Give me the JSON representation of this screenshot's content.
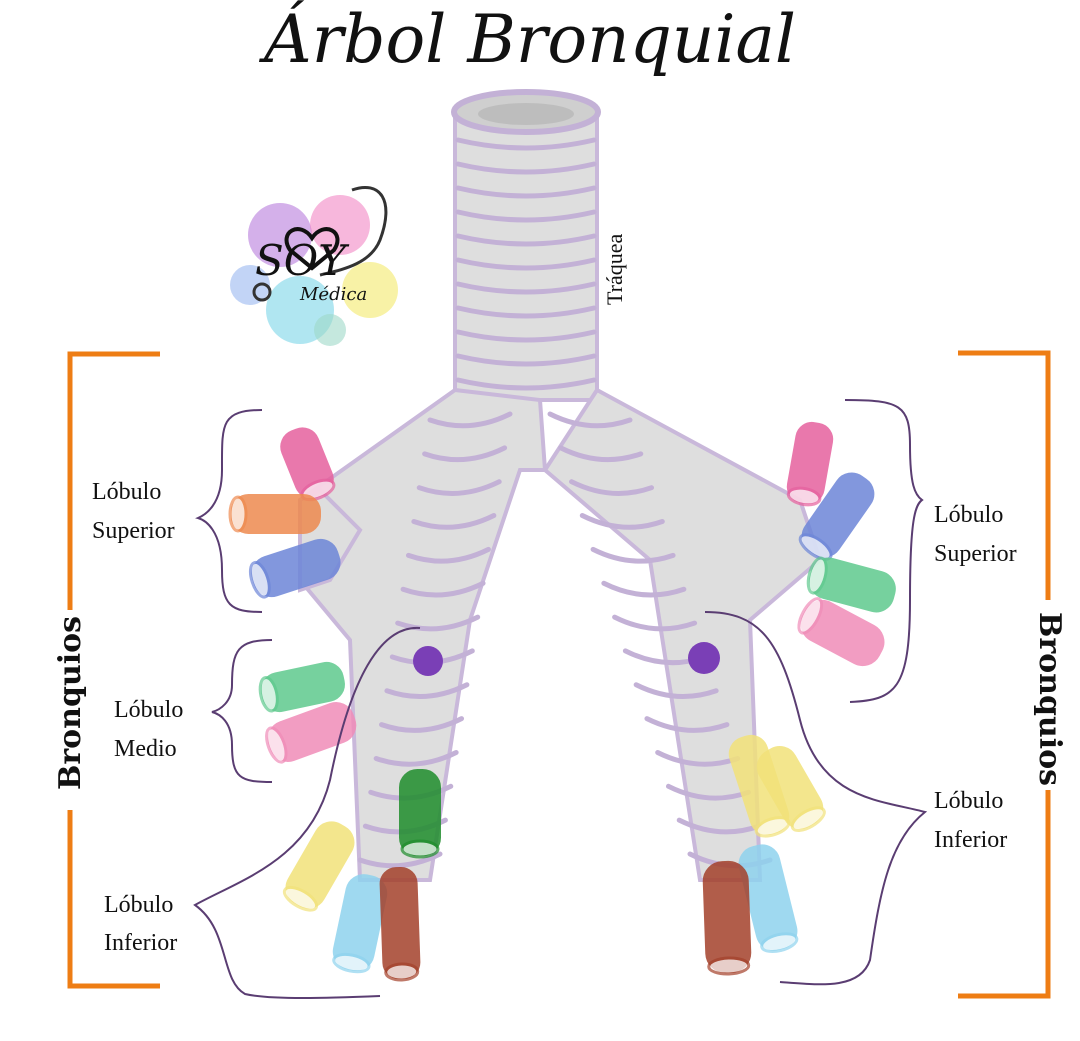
{
  "title": "Árbol Bronquial",
  "trachea_label": "Tráquea",
  "logo": {
    "text": "SOY",
    "subtext": "Médica"
  },
  "bronchi_label_left": "Bronquios",
  "bronchi_label_right": "Bronquios",
  "left": {
    "superior": [
      "Lóbulo",
      "Superior"
    ],
    "medio": [
      "Lóbulo",
      "Medio"
    ],
    "inferior": [
      "Lóbulo",
      "Inferior"
    ]
  },
  "right": {
    "superior": [
      "Lóbulo",
      "Superior"
    ],
    "inferior": [
      "Lóbulo",
      "Inferior"
    ]
  },
  "colors": {
    "airway": "#dedede",
    "rings": "#c3b1d6",
    "bracket": "#ee7d14",
    "brace": "#5a3d72",
    "pink": "#e6619e",
    "orange": "#ee8a4f",
    "blue": "#6d86d8",
    "green": "#5fc98e",
    "light_pink": "#f08cb8",
    "yellow": "#f2e27a",
    "light_blue": "#8fd3ee",
    "brown": "#a4412b",
    "dark_green": "#1f8d2c",
    "purple": "#7a3fb6"
  }
}
